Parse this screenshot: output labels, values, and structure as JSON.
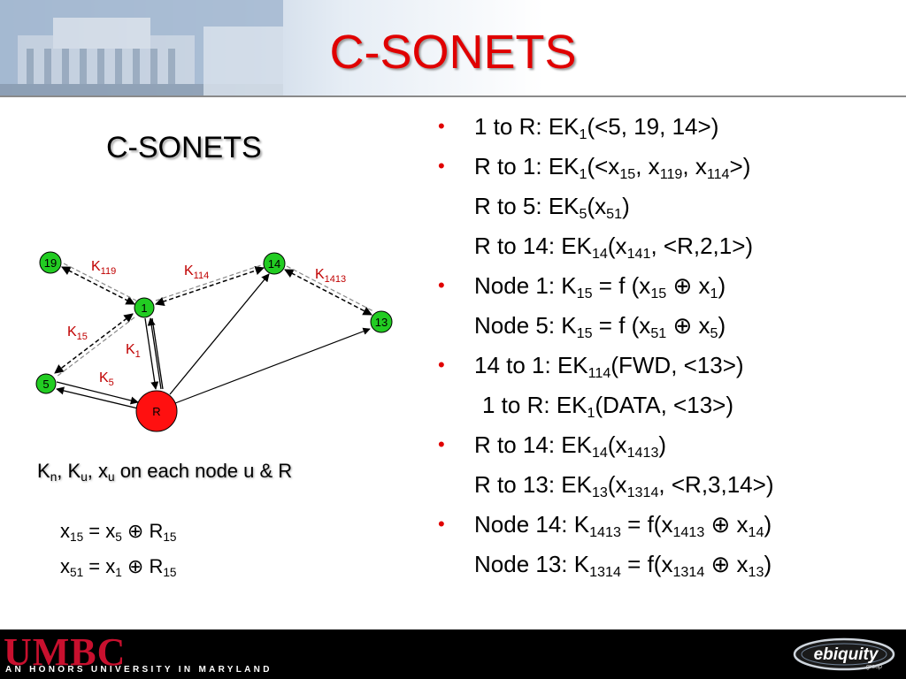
{
  "slide_title": "C-SONETS",
  "diagram": {
    "title": "C-SONETS",
    "nodes": [
      {
        "id": "19",
        "label": "19",
        "color": "#22cc22"
      },
      {
        "id": "14",
        "label": "14",
        "color": "#22cc22"
      },
      {
        "id": "1",
        "label": "1",
        "color": "#22cc22"
      },
      {
        "id": "13",
        "label": "13",
        "color": "#22cc22"
      },
      {
        "id": "5",
        "label": "5",
        "color": "#22cc22"
      },
      {
        "id": "R",
        "label": "R",
        "color": "#ff1010"
      }
    ],
    "edge_labels": [
      {
        "base": "K",
        "sub": "119"
      },
      {
        "base": "K",
        "sub": "114"
      },
      {
        "base": "K",
        "sub": "1413"
      },
      {
        "base": "K",
        "sub": "15"
      },
      {
        "base": "K",
        "sub": "1"
      },
      {
        "base": "K",
        "sub": "5"
      }
    ]
  },
  "caption": {
    "k": "K",
    "n": "n",
    "sep": ", ",
    "u": "u",
    "x": "x",
    "tail": " on each node u & R"
  },
  "formulas": [
    {
      "lhs": "x",
      "lhs_sub": "15",
      "eq": " = x",
      "a_sub": "5",
      "op": " ⊕ R",
      "b_sub": "15"
    },
    {
      "lhs": "x",
      "lhs_sub": "51",
      "eq": " = x",
      "a_sub": "1",
      "op": " ⊕ R",
      "b_sub": "15"
    }
  ],
  "bullets": {
    "marker": "•",
    "l1": {
      "a": "1 to R: EK",
      "s1": "1",
      "b": "(<5, 19, 14>)"
    },
    "l2": {
      "a": "R to 1: EK",
      "s1": "1",
      "b": "(<x",
      "s2": "15",
      "c": ", x",
      "s3": "119",
      "d": ", x",
      "s4": "114",
      "e": ">)"
    },
    "l3": {
      "a": "R to 5: EK",
      "s1": "5",
      "b": "(x",
      "s2": "51",
      "c": ")"
    },
    "l4": {
      "a": "R to 14: EK",
      "s1": "14",
      "b": "(x",
      "s2": "141",
      "c": ", <R,2,1>)"
    },
    "l5": {
      "a": "Node 1: K",
      "s1": "15",
      "b": " = f (x",
      "s2": "15",
      "c": " ⊕ x",
      "s3": "1",
      "d": ")"
    },
    "l6": {
      "a": "Node 5: K",
      "s1": "15",
      "b": " = f (x",
      "s2": "51",
      "c": " ⊕ x",
      "s3": "5",
      "d": ")"
    },
    "l7": {
      "a": "14 to 1: EK",
      "s1": "114",
      "b": "(FWD, <13>)"
    },
    "l8": {
      "a": "1 to R: EK",
      "s1": "1",
      "b": "(DATA, <13>)"
    },
    "l9": {
      "a": "R to 14: EK",
      "s1": "14",
      "b": "(x",
      "s2": "1413",
      "c": ")"
    },
    "l10": {
      "a": "R to 13: EK",
      "s1": "13",
      "b": "(x",
      "s2": "1314",
      "c": ", <R,3,14>)"
    },
    "l11": {
      "a": "Node 14: K",
      "s1": "1413",
      "b": " = f(x",
      "s2": "1413",
      "c": " ⊕ x",
      "s3": "14",
      "d": ")"
    },
    "l12": {
      "a": "Node 13: K",
      "s1": "1314",
      "b": " = f(x",
      "s2": "1314",
      "c": " ⊕ x",
      "s3": "13",
      "d": ")"
    }
  },
  "footer": {
    "umbc": "UMBC",
    "umbc_sub": "AN HONORS UNIVERSITY IN MARYLAND",
    "ebiquity": "ebiquity",
    "ebiquity_sub": "group"
  },
  "colors": {
    "title": "#e00000",
    "edge_label": "#c00000",
    "bullet": "#e00000",
    "footer_bg": "#000000"
  }
}
